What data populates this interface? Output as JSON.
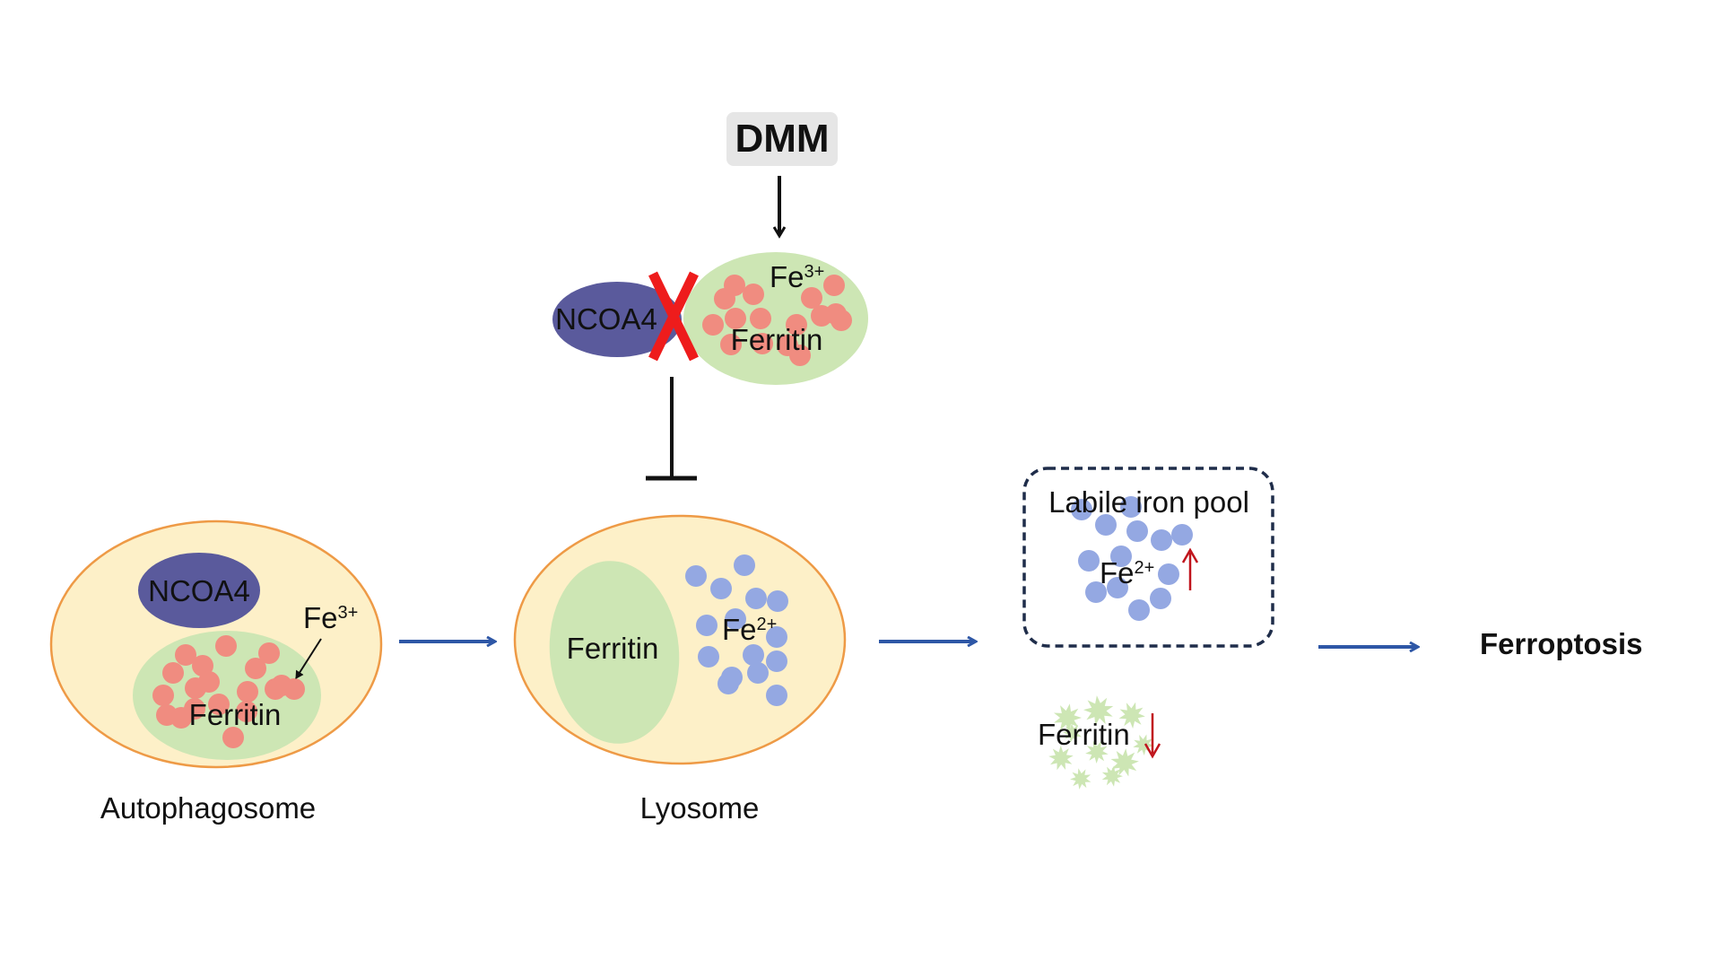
{
  "drug": {
    "label": "DMM"
  },
  "colors": {
    "ncoa4": "#5a5a9c",
    "ferritin": "#cde6b4",
    "fe3_ion": "#f08c80",
    "fe2_ion": "#94a8e2",
    "vesicle_fill": "#fdf0c8",
    "vesicle_edge": "#ee9a46",
    "flow_arrow": "#2e57a6",
    "block_cross": "#ee1c1c",
    "trend_arrow": "#c0141c",
    "dmm_box": "#e6e6e6",
    "pool_border": "#1f2d4a"
  },
  "complex": {
    "ncoa4": "NCOA4",
    "ferritin": "Ferritin",
    "fe3_base": "Fe",
    "fe3_charge": "3+"
  },
  "autophagosome": {
    "ncoa4": "NCOA4",
    "ferritin": "Ferritin",
    "fe3_base": "Fe",
    "fe3_charge": "3+",
    "caption": "Autophagosome"
  },
  "lysosome": {
    "ferritin": "Ferritin",
    "fe2_base": "Fe",
    "fe2_charge": "2+",
    "caption": "Lyosome"
  },
  "labile_pool": {
    "title": "Labile iron pool",
    "fe2_base": "Fe",
    "fe2_charge": "2+",
    "trend_icon": "up-arrow"
  },
  "ferritin_degraded": {
    "label": "Ferritin",
    "trend_icon": "down-arrow"
  },
  "outcome": {
    "label": "Ferroptosis"
  }
}
